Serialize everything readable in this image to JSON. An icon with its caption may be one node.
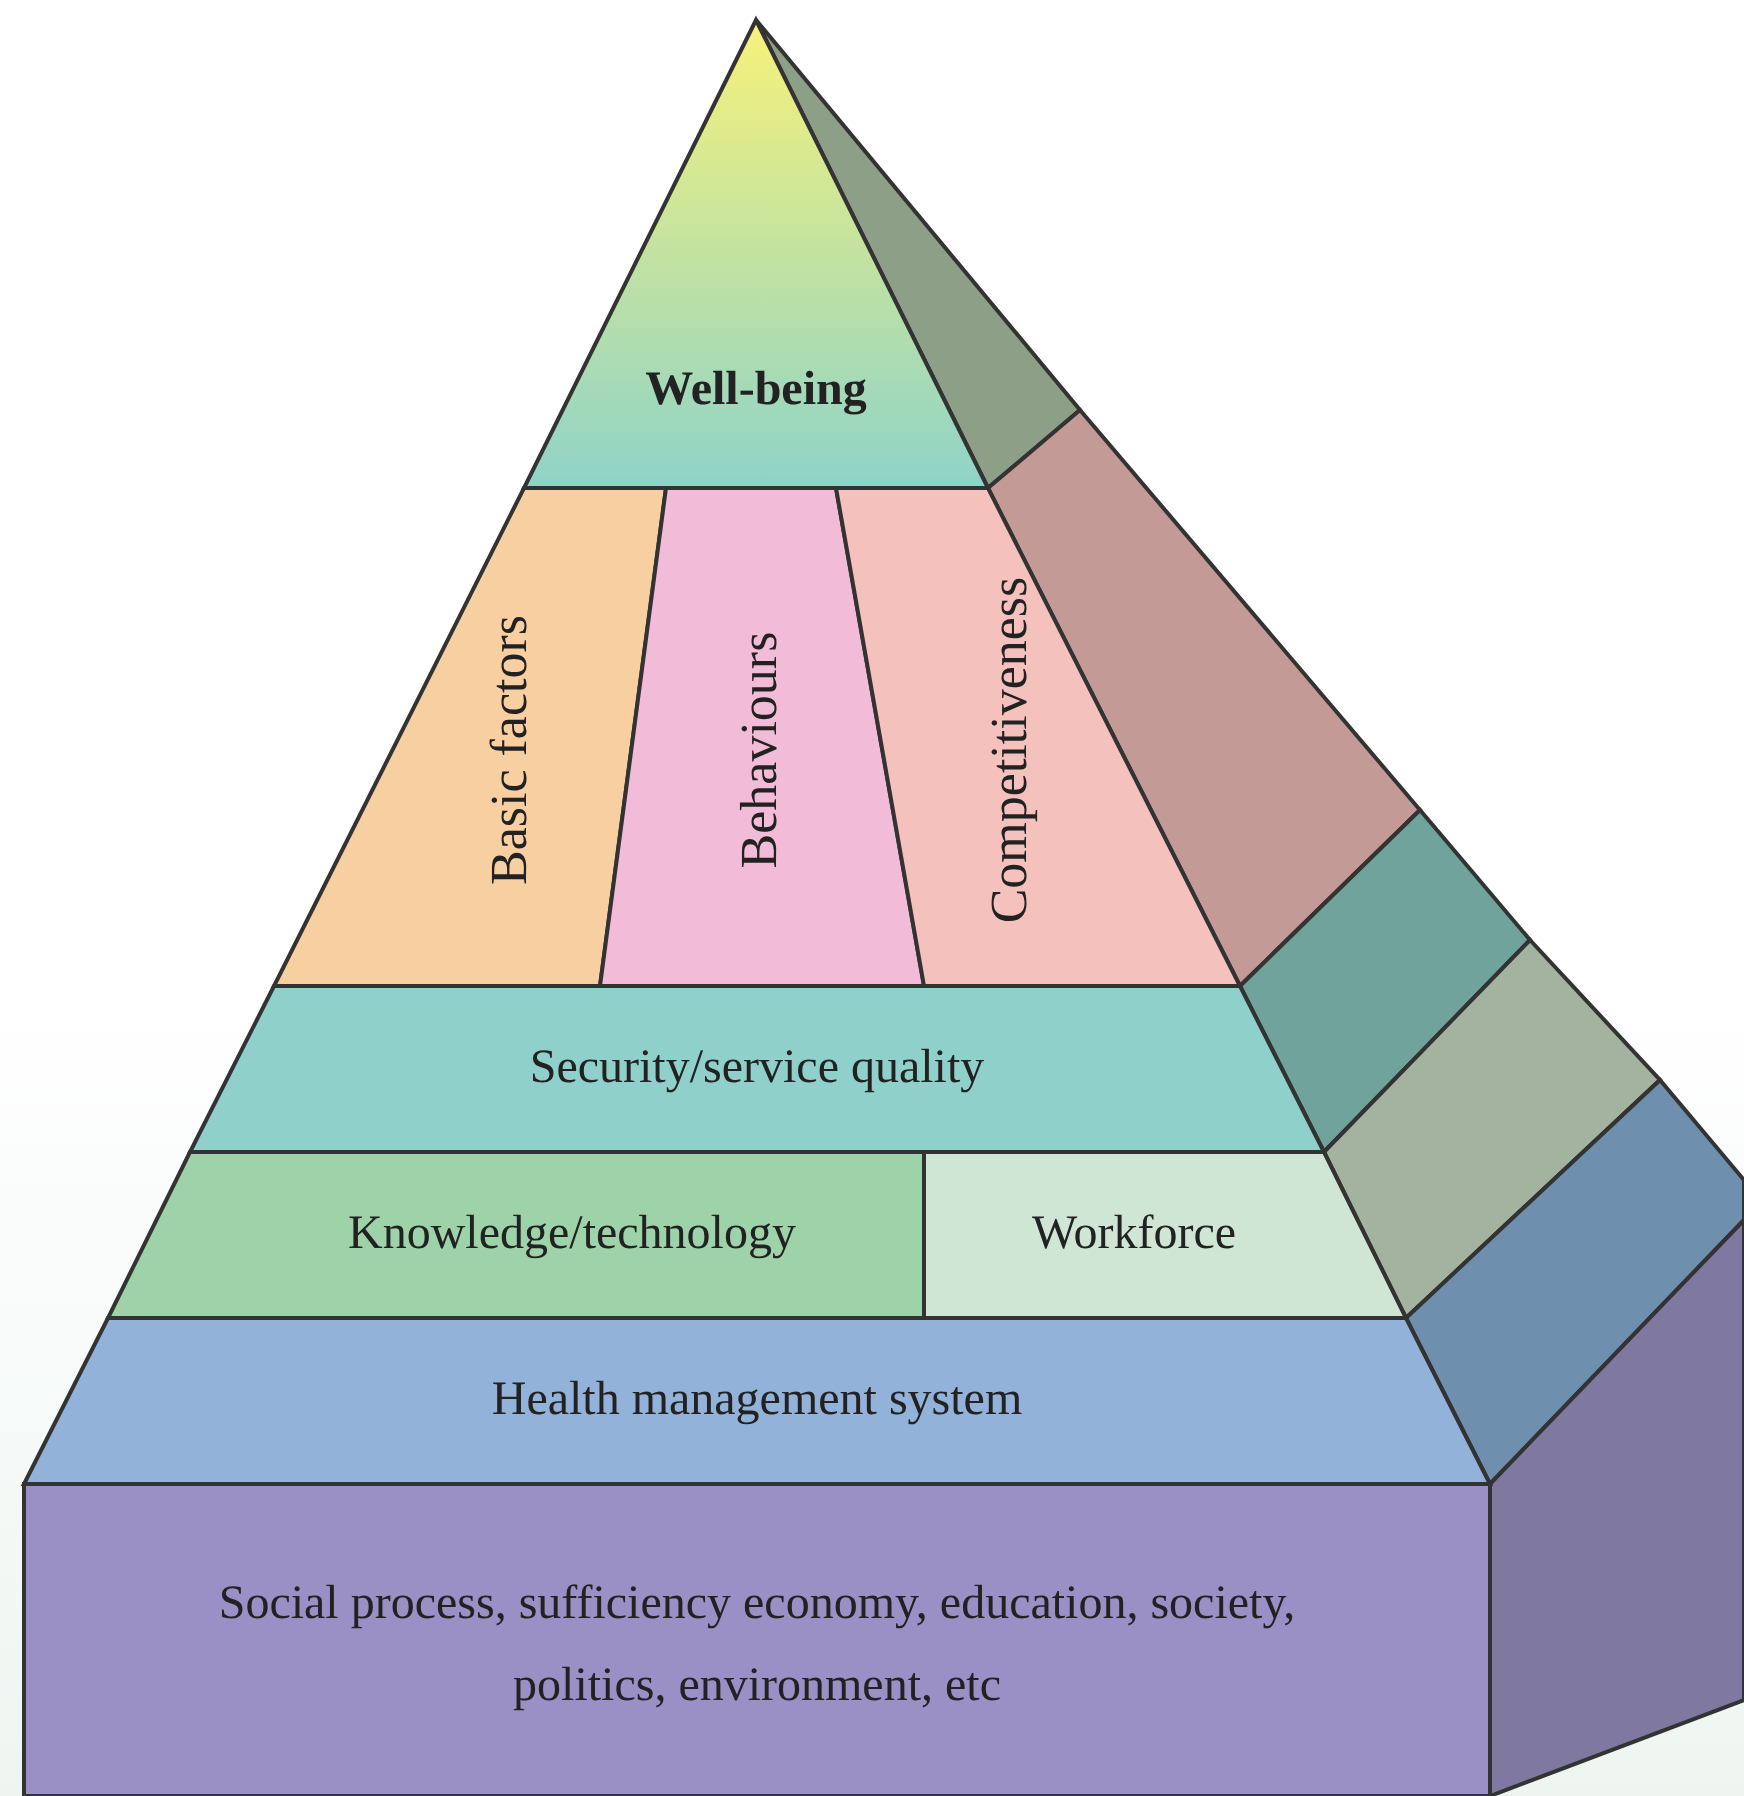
{
  "diagram": {
    "nodes": [
      {
        "text": [
          "Well-being"
        ]
      },
      {
        "text": [
          "Basic factors"
        ]
      },
      {
        "text": [
          "Behaviours"
        ]
      },
      {
        "text": [
          "Competitiveness"
        ]
      },
      {
        "text": [
          "Security/service quality"
        ]
      },
      {
        "text": [
          "Knowledge/technology"
        ]
      },
      {
        "text": [
          "Workforce"
        ]
      },
      {
        "text": [
          "Health management system"
        ]
      },
      {
        "text": [
          "Social process, sufficiency economy, education, society, politics, environment, etc"
        ]
      }
    ]
  }
}
